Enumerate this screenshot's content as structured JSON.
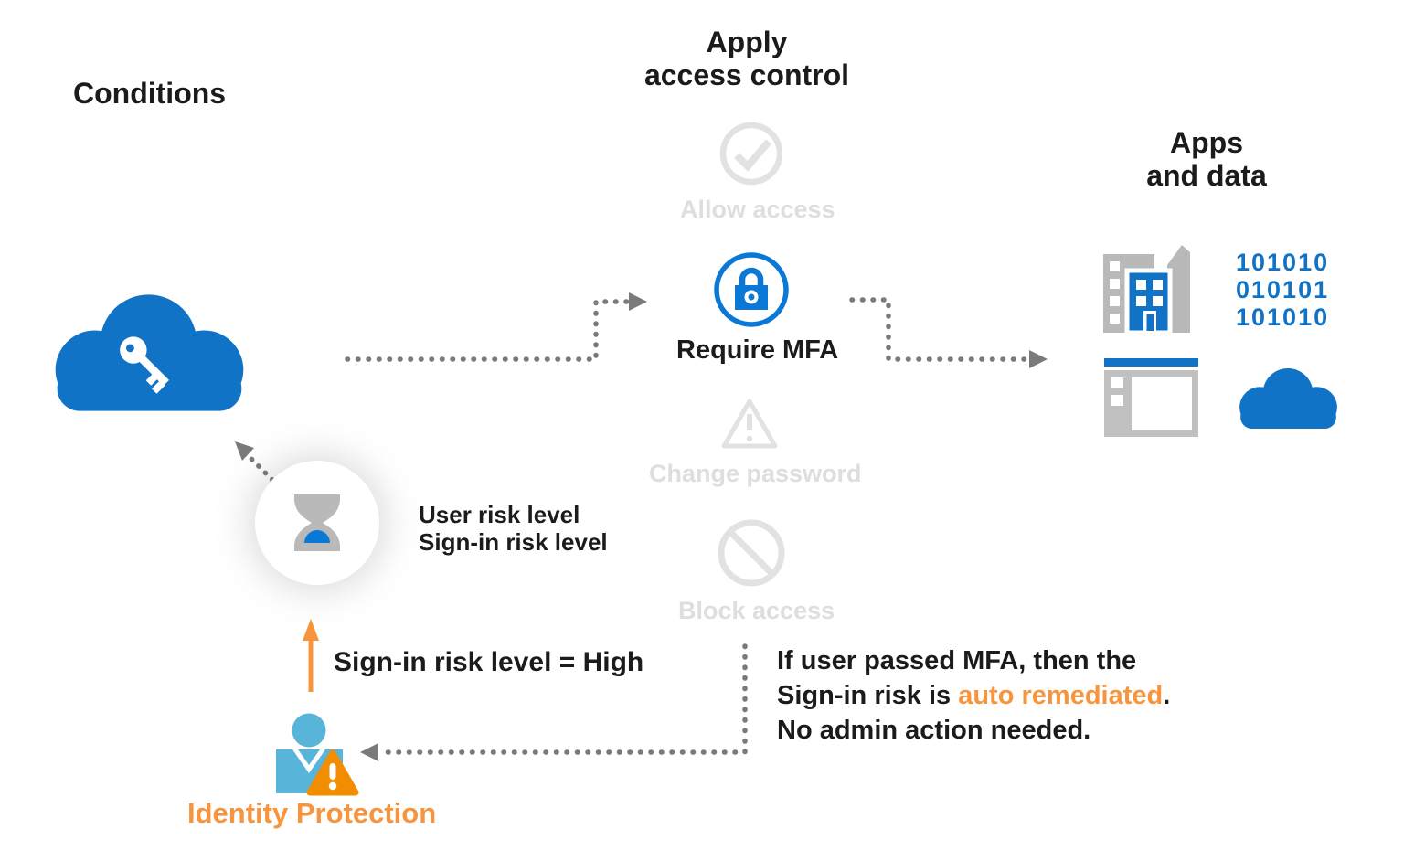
{
  "conditions": {
    "label": "Conditions"
  },
  "access_control": {
    "title_line1": "Apply",
    "title_line2": "access control",
    "options": [
      {
        "label": "Allow access",
        "icon": "check-circle-icon",
        "state": "inactive"
      },
      {
        "label": "Require MFA",
        "icon": "lock-icon",
        "state": "selected"
      },
      {
        "label": "Change password",
        "icon": "warning-triangle-icon",
        "state": "inactive"
      },
      {
        "label": "Block access",
        "icon": "block-icon",
        "state": "inactive"
      }
    ]
  },
  "apps_and_data": {
    "title_line1": "Apps",
    "title_line2": "and data",
    "binary_rows": [
      "101010",
      "010101",
      "101010"
    ]
  },
  "identity_protection": {
    "label": "Identity Protection",
    "risk_line1": "User risk level",
    "risk_line2": "Sign-in risk level",
    "signal_label": "Sign-in risk level = High"
  },
  "note": {
    "line1": "If user passed MFA, then the",
    "line2_prefix": "Sign-in risk is ",
    "line2_highlight": "auto remediated",
    "line2_suffix": ".",
    "line3": "No admin action needed."
  },
  "colors": {
    "blue": "#1173c5",
    "bright_blue": "#0a78d6",
    "light_blue": "#59b4d9",
    "orange": "#f7953e",
    "deep_orange": "#f28c00",
    "connector_gray": "#7a7a7a",
    "inactive_gray": "#e2e2e2",
    "icon_gray": "#b9b9b9"
  }
}
